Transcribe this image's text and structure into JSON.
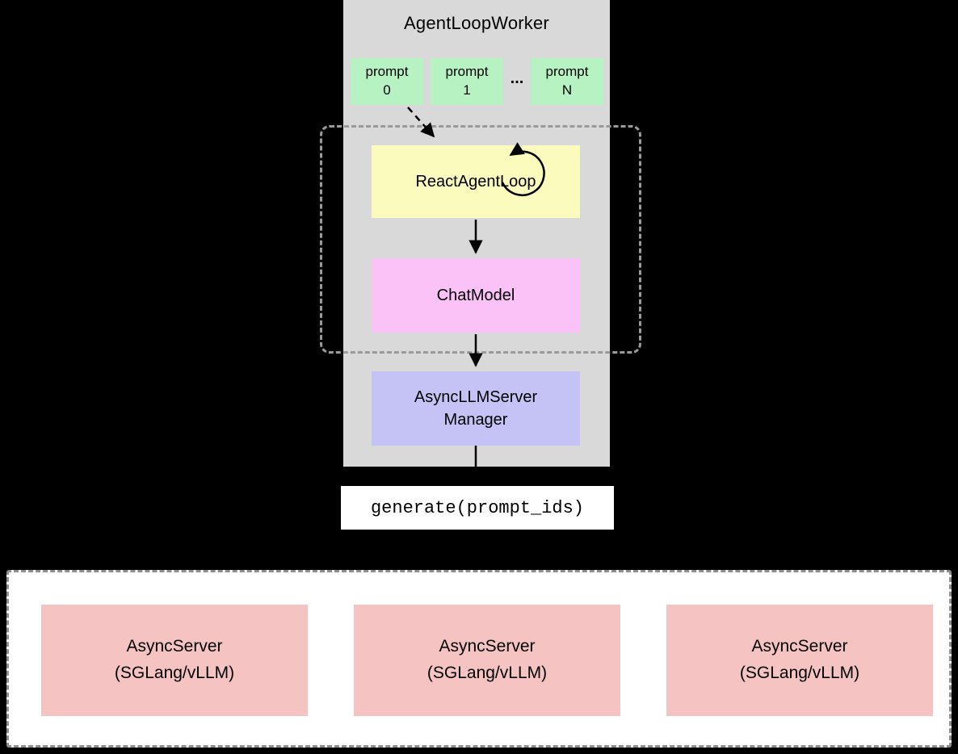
{
  "colors": {
    "canvas_bg": "#000000",
    "worker_bg": "#d9d9d9",
    "prompt_bg": "#b7f2c3",
    "react_bg": "#fbfbbe",
    "chat_bg": "#fbc2f7",
    "manager_bg": "#c5c2f6",
    "server_bg": "#f6c3c3",
    "pool_bg": "#ffffff",
    "dashed_border": "#9a9a9a",
    "arrow": "#000000"
  },
  "worker": {
    "title": "AgentLoopWorker",
    "prompts": [
      {
        "line1": "prompt",
        "line2": "0"
      },
      {
        "line1": "prompt",
        "line2": "1"
      },
      {
        "line1": "prompt",
        "line2": "N"
      }
    ],
    "ellipsis": "...",
    "react_agent_loop": "ReactAgentLoop",
    "chat_model": "ChatModel",
    "manager": {
      "line1": "AsyncLLMServer",
      "line2": "Manager"
    }
  },
  "generate_label": "generate(prompt_ids)",
  "servers": [
    {
      "line1": "AsyncServer",
      "line2": "(SGLang/vLLM)"
    },
    {
      "line1": "AsyncServer",
      "line2": "(SGLang/vLLM)"
    },
    {
      "line1": "AsyncServer",
      "line2": "(SGLang/vLLM)"
    }
  ]
}
